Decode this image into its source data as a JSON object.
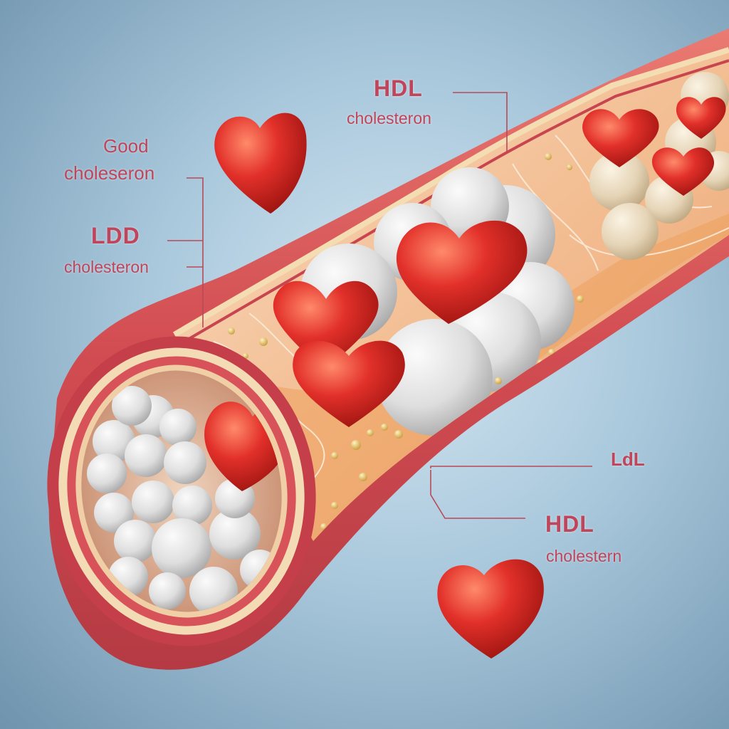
{
  "labels": {
    "good_line1": "Good",
    "good_line2": "choleseron",
    "ldd_title": "LDD",
    "ldd_sub": "cholesteron",
    "hdl_top_title": "HDL",
    "hdl_top_sub": "cholesteron",
    "ldl_right": "LdL",
    "hdl_bottom_title": "HDL",
    "hdl_bottom_sub": "cholestern"
  },
  "colors": {
    "artery_wall": "#d8525a",
    "artery_inner": "#f2c7a2",
    "heart": "#d8231e",
    "plaque_white": "#e6e6e6",
    "particle_cream": "#e9dcc3",
    "label_text": "#c0445a"
  }
}
